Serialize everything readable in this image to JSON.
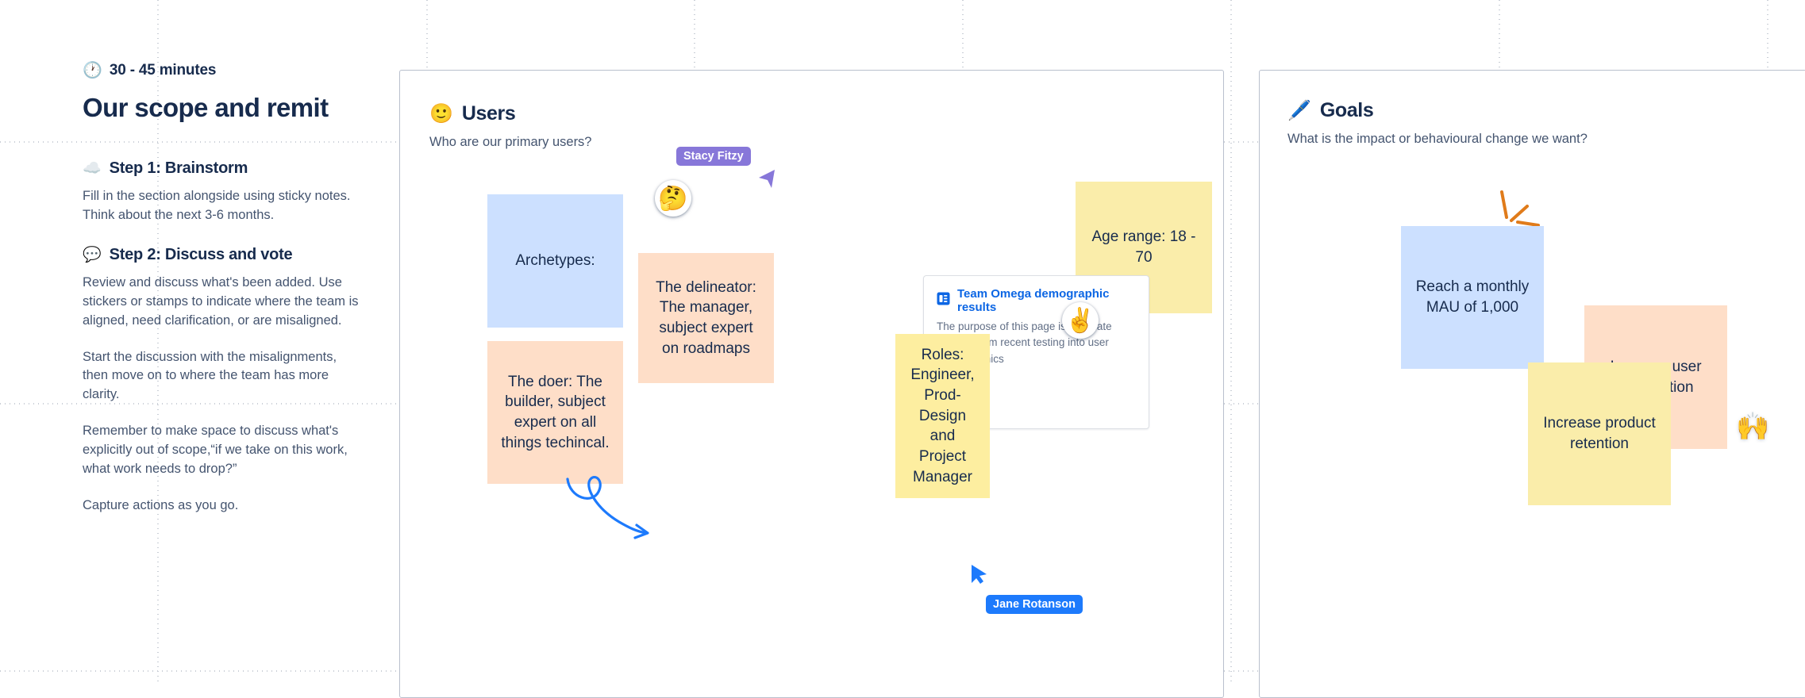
{
  "left_column": {
    "duration_icon": "clock-icon",
    "duration": "30 - 45 minutes",
    "title": "Our scope and remit",
    "steps": [
      {
        "icon": "cloud-icon",
        "title": "Step 1: Brainstorm",
        "paragraphs": [
          "Fill in the section alongside using sticky notes. Think about the next 3-6 months."
        ]
      },
      {
        "icon": "speech-bubble-icon",
        "title": "Step 2: Discuss and vote",
        "paragraphs": [
          "Review and discuss what's been added. Use stickers or stamps to indicate where the team is aligned, need clarification, or are misaligned.",
          "Start the discussion with the misalignments, then move on to where the team has more clarity.",
          "Remember to make space to discuss what's explicitly out of scope,“if we take on this work, what work needs to drop?”",
          "Capture actions as you go."
        ]
      }
    ]
  },
  "users_panel": {
    "icon": "smiley-face-icon",
    "title": "Users",
    "subtitle": "Who are our primary users?",
    "notes": [
      {
        "id": "archetypes",
        "color": "blue",
        "text": "Archetypes:"
      },
      {
        "id": "delineator",
        "color": "orange",
        "text": "The delineator: The manager, subject expert on roadmaps"
      },
      {
        "id": "doer",
        "color": "orange",
        "text": "The doer: The builder, subject expert on all things techincal."
      },
      {
        "id": "age-range",
        "color": "yellow",
        "text": "Age range: 18 - 70"
      },
      {
        "id": "roles",
        "color": "yellow",
        "text": "Roles: Engineer, Prod-Design and Project Manager"
      }
    ],
    "link_card": {
      "icon": "page-document-icon",
      "title": "Team Omega demographic results",
      "description": "The purpose of this page is to collate insights from recent testing into user demographics"
    },
    "reactions": [
      {
        "id": "thinking-face",
        "emoji": "🤔"
      },
      {
        "id": "victory-hand",
        "emoji": "✌️"
      }
    ],
    "arrow": "curly-arrow-blue"
  },
  "goals_panel": {
    "icon": "pen-icon",
    "title": "Goals",
    "subtitle": "What is the impact or behavioural change we want?",
    "notes": [
      {
        "id": "mau",
        "color": "blue",
        "text": "Reach a monthly MAU of 1,000"
      },
      {
        "id": "satisfaction",
        "color": "orange",
        "text": "Increase user satisfaction"
      },
      {
        "id": "retention",
        "color": "yellow",
        "text": "Increase product retention"
      }
    ],
    "reactions": [
      {
        "id": "raising-hands",
        "emoji": "🙌"
      }
    ],
    "decoration": "orange-sparkle-lines"
  },
  "cursors": [
    {
      "id": "stacy",
      "name": "Stacy Fitzy",
      "color": "#8777d9"
    },
    {
      "id": "jane",
      "name": "Jane Rotanson",
      "color": "#1d7afc"
    }
  ],
  "colors": {
    "note_blue": "#cce0ff",
    "note_orange": "#fedec8",
    "note_yellow": "#faedaa",
    "link_blue": "#0c66e4",
    "text_dark": "#172b4d",
    "text_muted": "#44546f",
    "panel_border": "#b9c0cd",
    "grid_dot": "#c9ced6"
  }
}
